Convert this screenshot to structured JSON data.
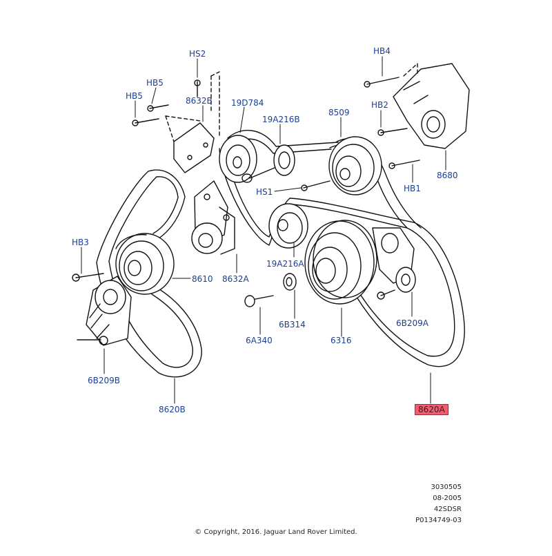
{
  "diagram": {
    "labels": {
      "hs2": "HS2",
      "hb4": "HB4",
      "hb5a": "HB5",
      "hb5b": "HB5",
      "p8632b": "8632B",
      "p19d784": "19D784",
      "p19a216b": "19A216B",
      "p8509": "8509",
      "hb2": "HB2",
      "hs1": "HS1",
      "p8680": "8680",
      "hb1": "HB1",
      "hb3": "HB3",
      "p8610": "8610",
      "p8632a": "8632A",
      "p19a216a": "19A216A",
      "p6b314": "6B314",
      "p6a340": "6A340",
      "p6316": "6316",
      "p6b209a": "6B209A",
      "p6b209b": "6B209B",
      "p8620b": "8620B",
      "p8620a": "8620A"
    },
    "highlighted": "8620A",
    "highlight_color": "#f45b6f",
    "label_color": "#1b3f94"
  },
  "meta": {
    "line1": "3030505",
    "line2": "08-2005",
    "line3": "42SDSR",
    "line4": "P0134749-03"
  },
  "copyright": "© Copyright, 2016. Jaguar Land Rover Limited."
}
